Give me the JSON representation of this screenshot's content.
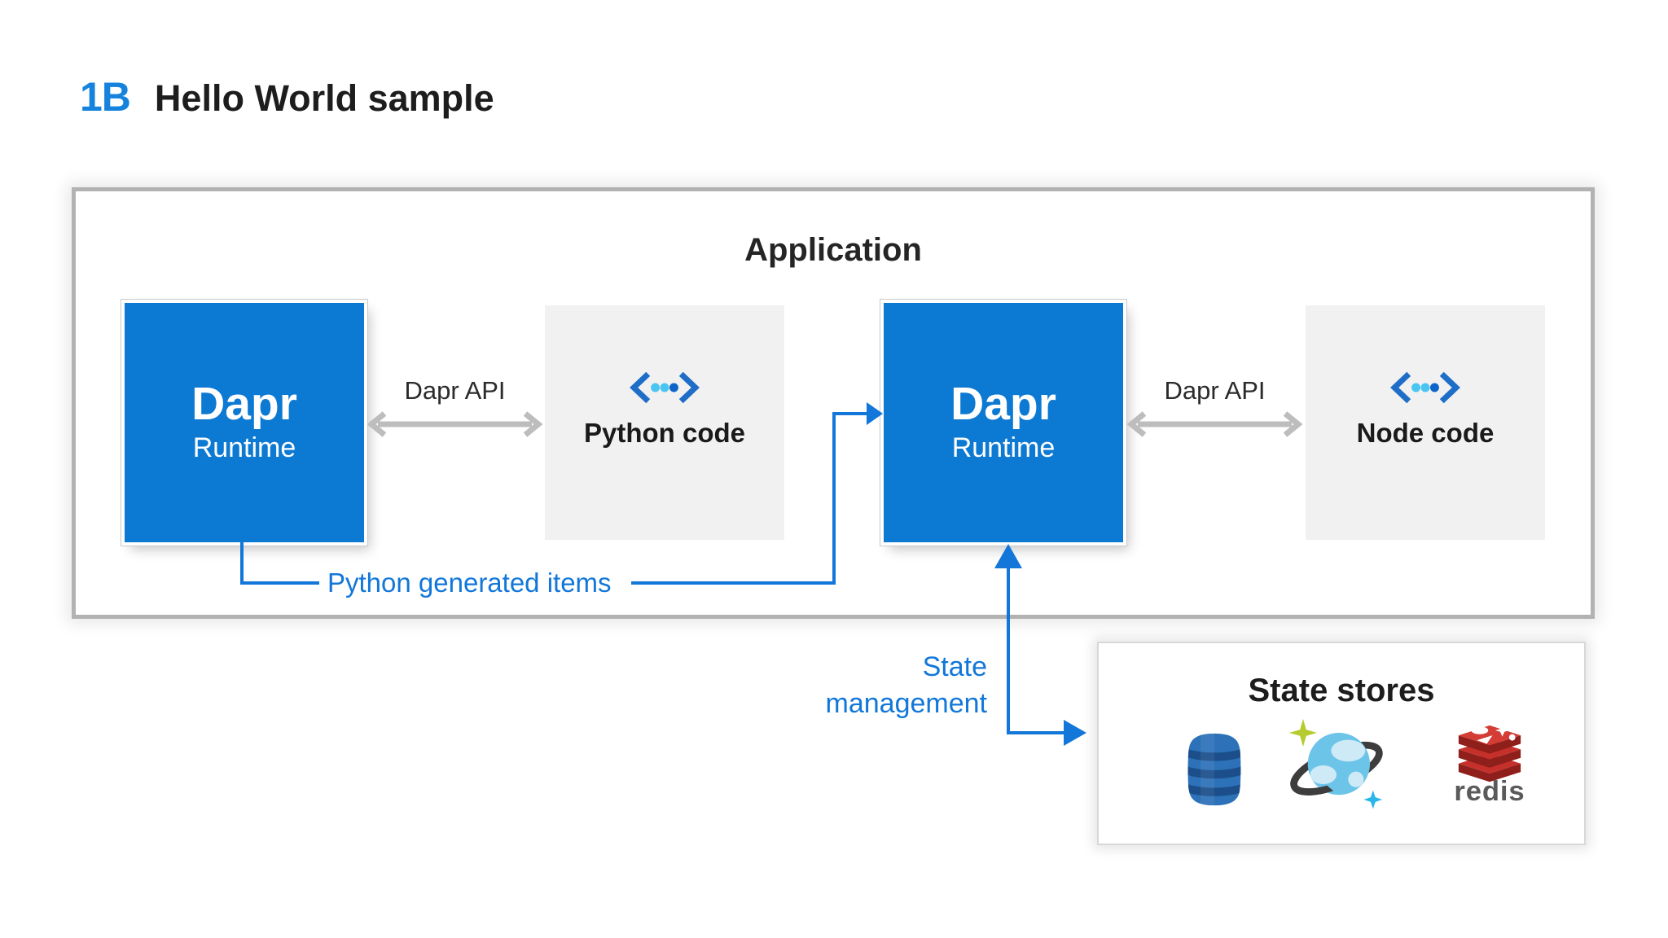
{
  "header": {
    "badge": "1B",
    "title": "Hello World sample"
  },
  "application": {
    "label": "Application",
    "runtime1": {
      "title": "Dapr",
      "subtitle": "Runtime"
    },
    "api1": "Dapr API",
    "code1": "Python code",
    "runtime2": {
      "title": "Dapr",
      "subtitle": "Runtime"
    },
    "api2": "Dapr API",
    "code2": "Node code"
  },
  "connectors": {
    "python_generated_items": "Python generated items",
    "state_management": [
      "State",
      "management"
    ]
  },
  "state_stores": {
    "title": "State stores",
    "redis_label": "redis",
    "icons": [
      "dynamodb-icon",
      "cosmosdb-icon",
      "redis-icon"
    ]
  },
  "colors": {
    "accent_blue": "#1277d9",
    "runtime_box_blue": "#0c79d3",
    "badge_blue": "#1583dd",
    "code_box_gray": "#f1f1f1",
    "arrow_gray": "#bdbdbd",
    "text_dark": "#1d1d1d"
  }
}
